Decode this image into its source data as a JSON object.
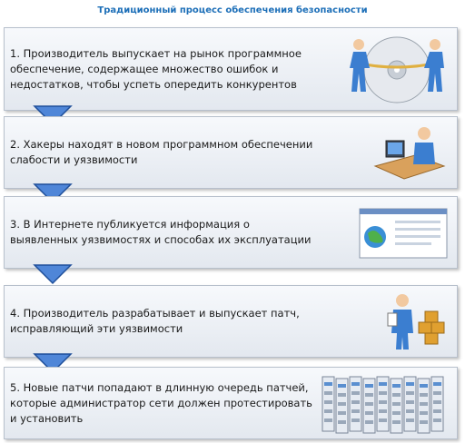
{
  "title": "Традиционный процесс обеспечения безопасности",
  "colors": {
    "title": "#1d6fb8",
    "arrow_fill": "#4f86d8",
    "arrow_stroke": "#1f4f9a"
  },
  "steps": [
    {
      "text": "1. Производитель выпускает на рынок программное обеспечение, содержащее множество ошибок и недостатков, чтобы успеть опередить конкурентов",
      "icon": "tug-of-war-people-icon"
    },
    {
      "text": "2. Хакеры находят в новом программном обеспечении слабости и уязвимости",
      "icon": "person-at-computer-icon"
    },
    {
      "text": "3. В Интернете публикуется информация о выявленных уязвимостях и способах их эксплуатации",
      "icon": "web-page-globe-icon"
    },
    {
      "text": "4. Производитель разрабатывает и выпускает патч, исправляющий эти уязвимости",
      "icon": "person-with-patch-packages-icon"
    },
    {
      "text": "5. Новые патчи попадают в длинную очередь патчей, которые администратор сети должен протестировать и установить",
      "icon": "server-rack-row-icon"
    }
  ]
}
